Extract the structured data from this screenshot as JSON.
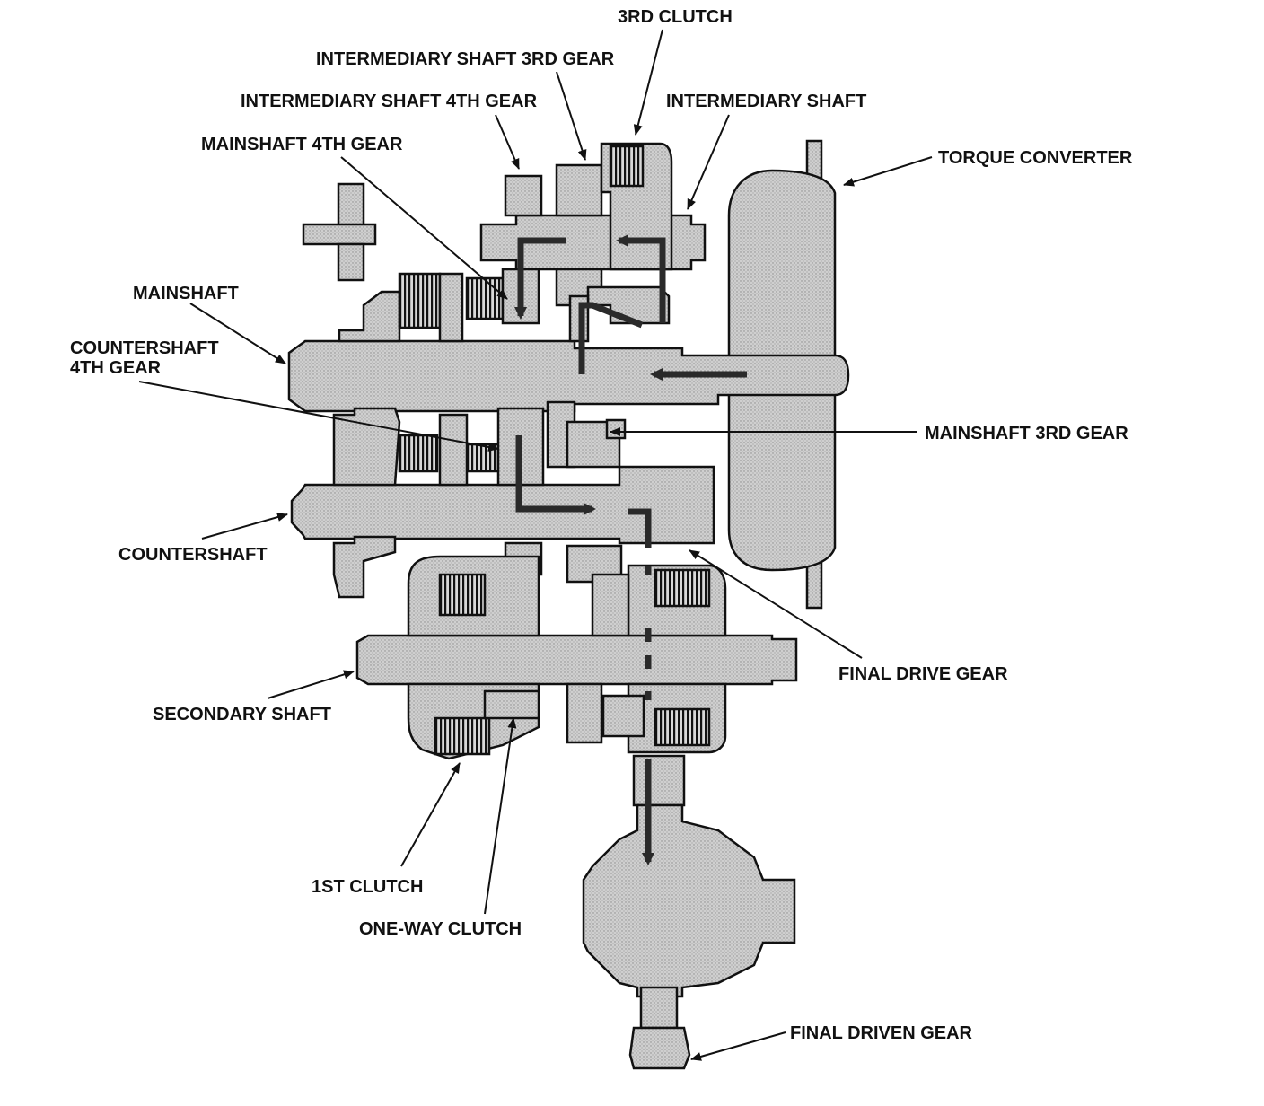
{
  "labels": {
    "third_clutch": "3RD CLUTCH",
    "intermediary_shaft_3rd_gear": "INTERMEDIARY SHAFT 3RD GEAR",
    "intermediary_shaft_4th_gear": "INTERMEDIARY SHAFT 4TH GEAR",
    "intermediary_shaft": "INTERMEDIARY SHAFT",
    "mainshaft_4th_gear": "MAINSHAFT 4TH GEAR",
    "torque_converter": "TORQUE CONVERTER",
    "mainshaft": "MAINSHAFT",
    "countershaft_4th_gear": "COUNTERSHAFT\n4TH GEAR",
    "mainshaft_3rd_gear": "MAINSHAFT 3RD GEAR",
    "countershaft": "COUNTERSHAFT",
    "final_drive_gear": "FINAL DRIVE GEAR",
    "secondary_shaft": "SECONDARY SHAFT",
    "first_clutch": "1ST CLUTCH",
    "one_way_clutch": "ONE-WAY CLUTCH",
    "final_driven_gear": "FINAL DRIVEN GEAR"
  },
  "colors": {
    "part_fill": "#c9c9c9",
    "outline": "#111111",
    "flow_arrow": "#2a2a2a"
  }
}
